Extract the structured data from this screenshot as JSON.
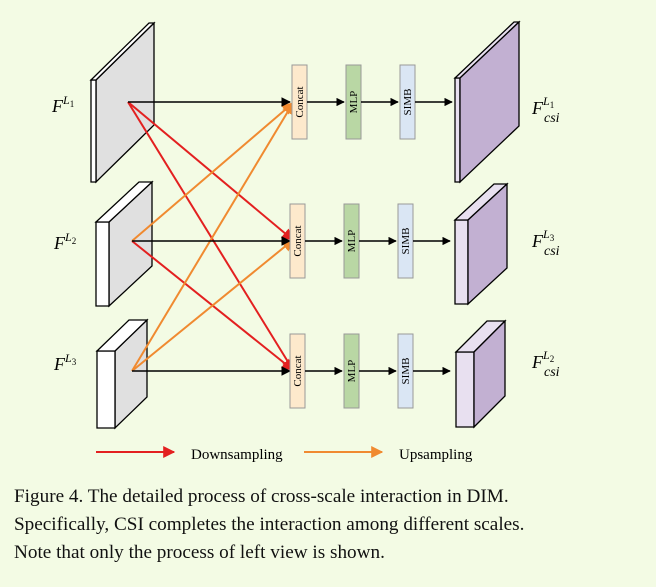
{
  "diagram": {
    "inputs": [
      {
        "base": "F",
        "sup": "L",
        "sub": "1"
      },
      {
        "base": "F",
        "sup": "L",
        "sub": "2"
      },
      {
        "base": "F",
        "sup": "L",
        "sub": "3"
      }
    ],
    "outputs": [
      {
        "base": "F",
        "sup": "L",
        "supsub": "1",
        "sub": "csi"
      },
      {
        "base": "F",
        "sup": "L",
        "supsub": "3",
        "sub": "csi"
      },
      {
        "base": "F",
        "sup": "L",
        "supsub": "2",
        "sub": "csi"
      }
    ],
    "stages": [
      "Concat",
      "MLP",
      "SIMB"
    ],
    "legend": {
      "downsampling": "Downsampling",
      "upsampling": "Upsampling"
    },
    "colors": {
      "downsampling": "#e32020",
      "upsampling": "#f08a30",
      "concat": "#fde9cc",
      "mlp": "#b9d7a4",
      "simb": "#dae6f4",
      "input_front": "#ffffff",
      "input_side": "#e0e0e0",
      "output_front": "#c2b0d2",
      "output_side": "#e8e0f0"
    }
  },
  "caption": {
    "line1": "Figure 4. The detailed process of cross-scale interaction in DIM.",
    "line2": "Specifically, CSI completes the interaction among different scales.",
    "line3": "Note that only the process of left view is shown."
  }
}
